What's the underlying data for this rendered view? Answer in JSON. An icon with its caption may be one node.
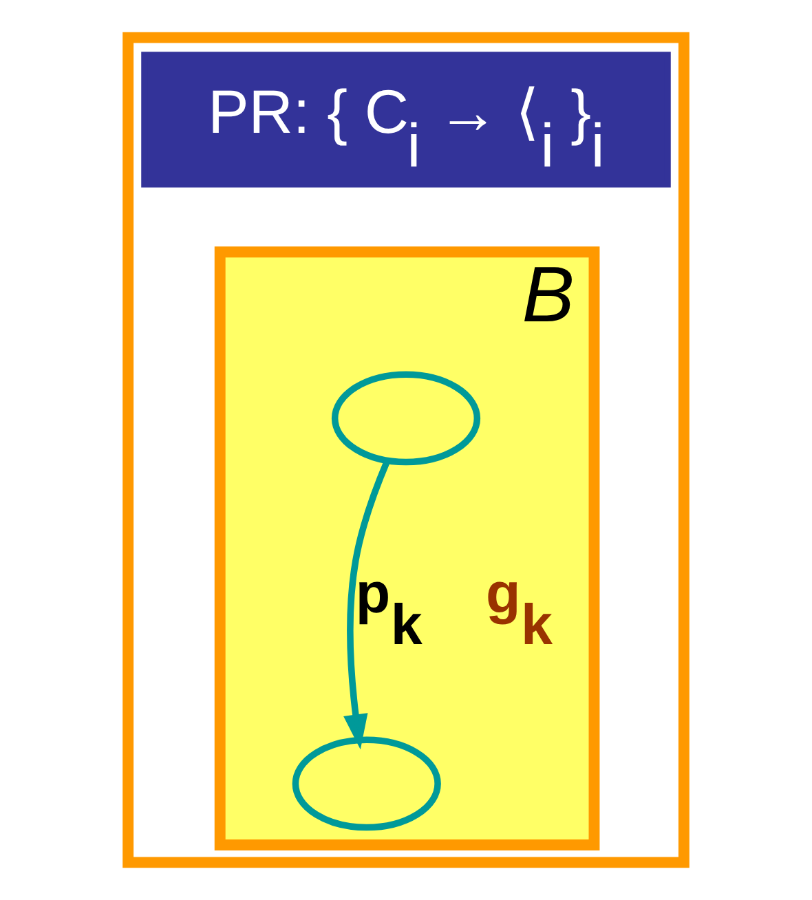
{
  "diagram": {
    "nodes": [
      {
        "text": [],
        "shape": "box"
      },
      {
        "text": [
          "PR: { C$_{i}$ → ⟨$_{i}$ }$_{i}$"
        ],
        "in": 0
      },
      {
        "text": [
          "B"
        ],
        "in": 0
      },
      {
        "text": [],
        "shape": "ellipse",
        "in": 2
      },
      {
        "text": [],
        "shape": "ellipse",
        "in": 2
      }
    ],
    "edges": [
      {
        "from": 3,
        "to": 4,
        "arrow": "to",
        "label": "p$_{k}$"
      }
    ],
    "labels": [
      "g$_{k}$"
    ]
  }
}
